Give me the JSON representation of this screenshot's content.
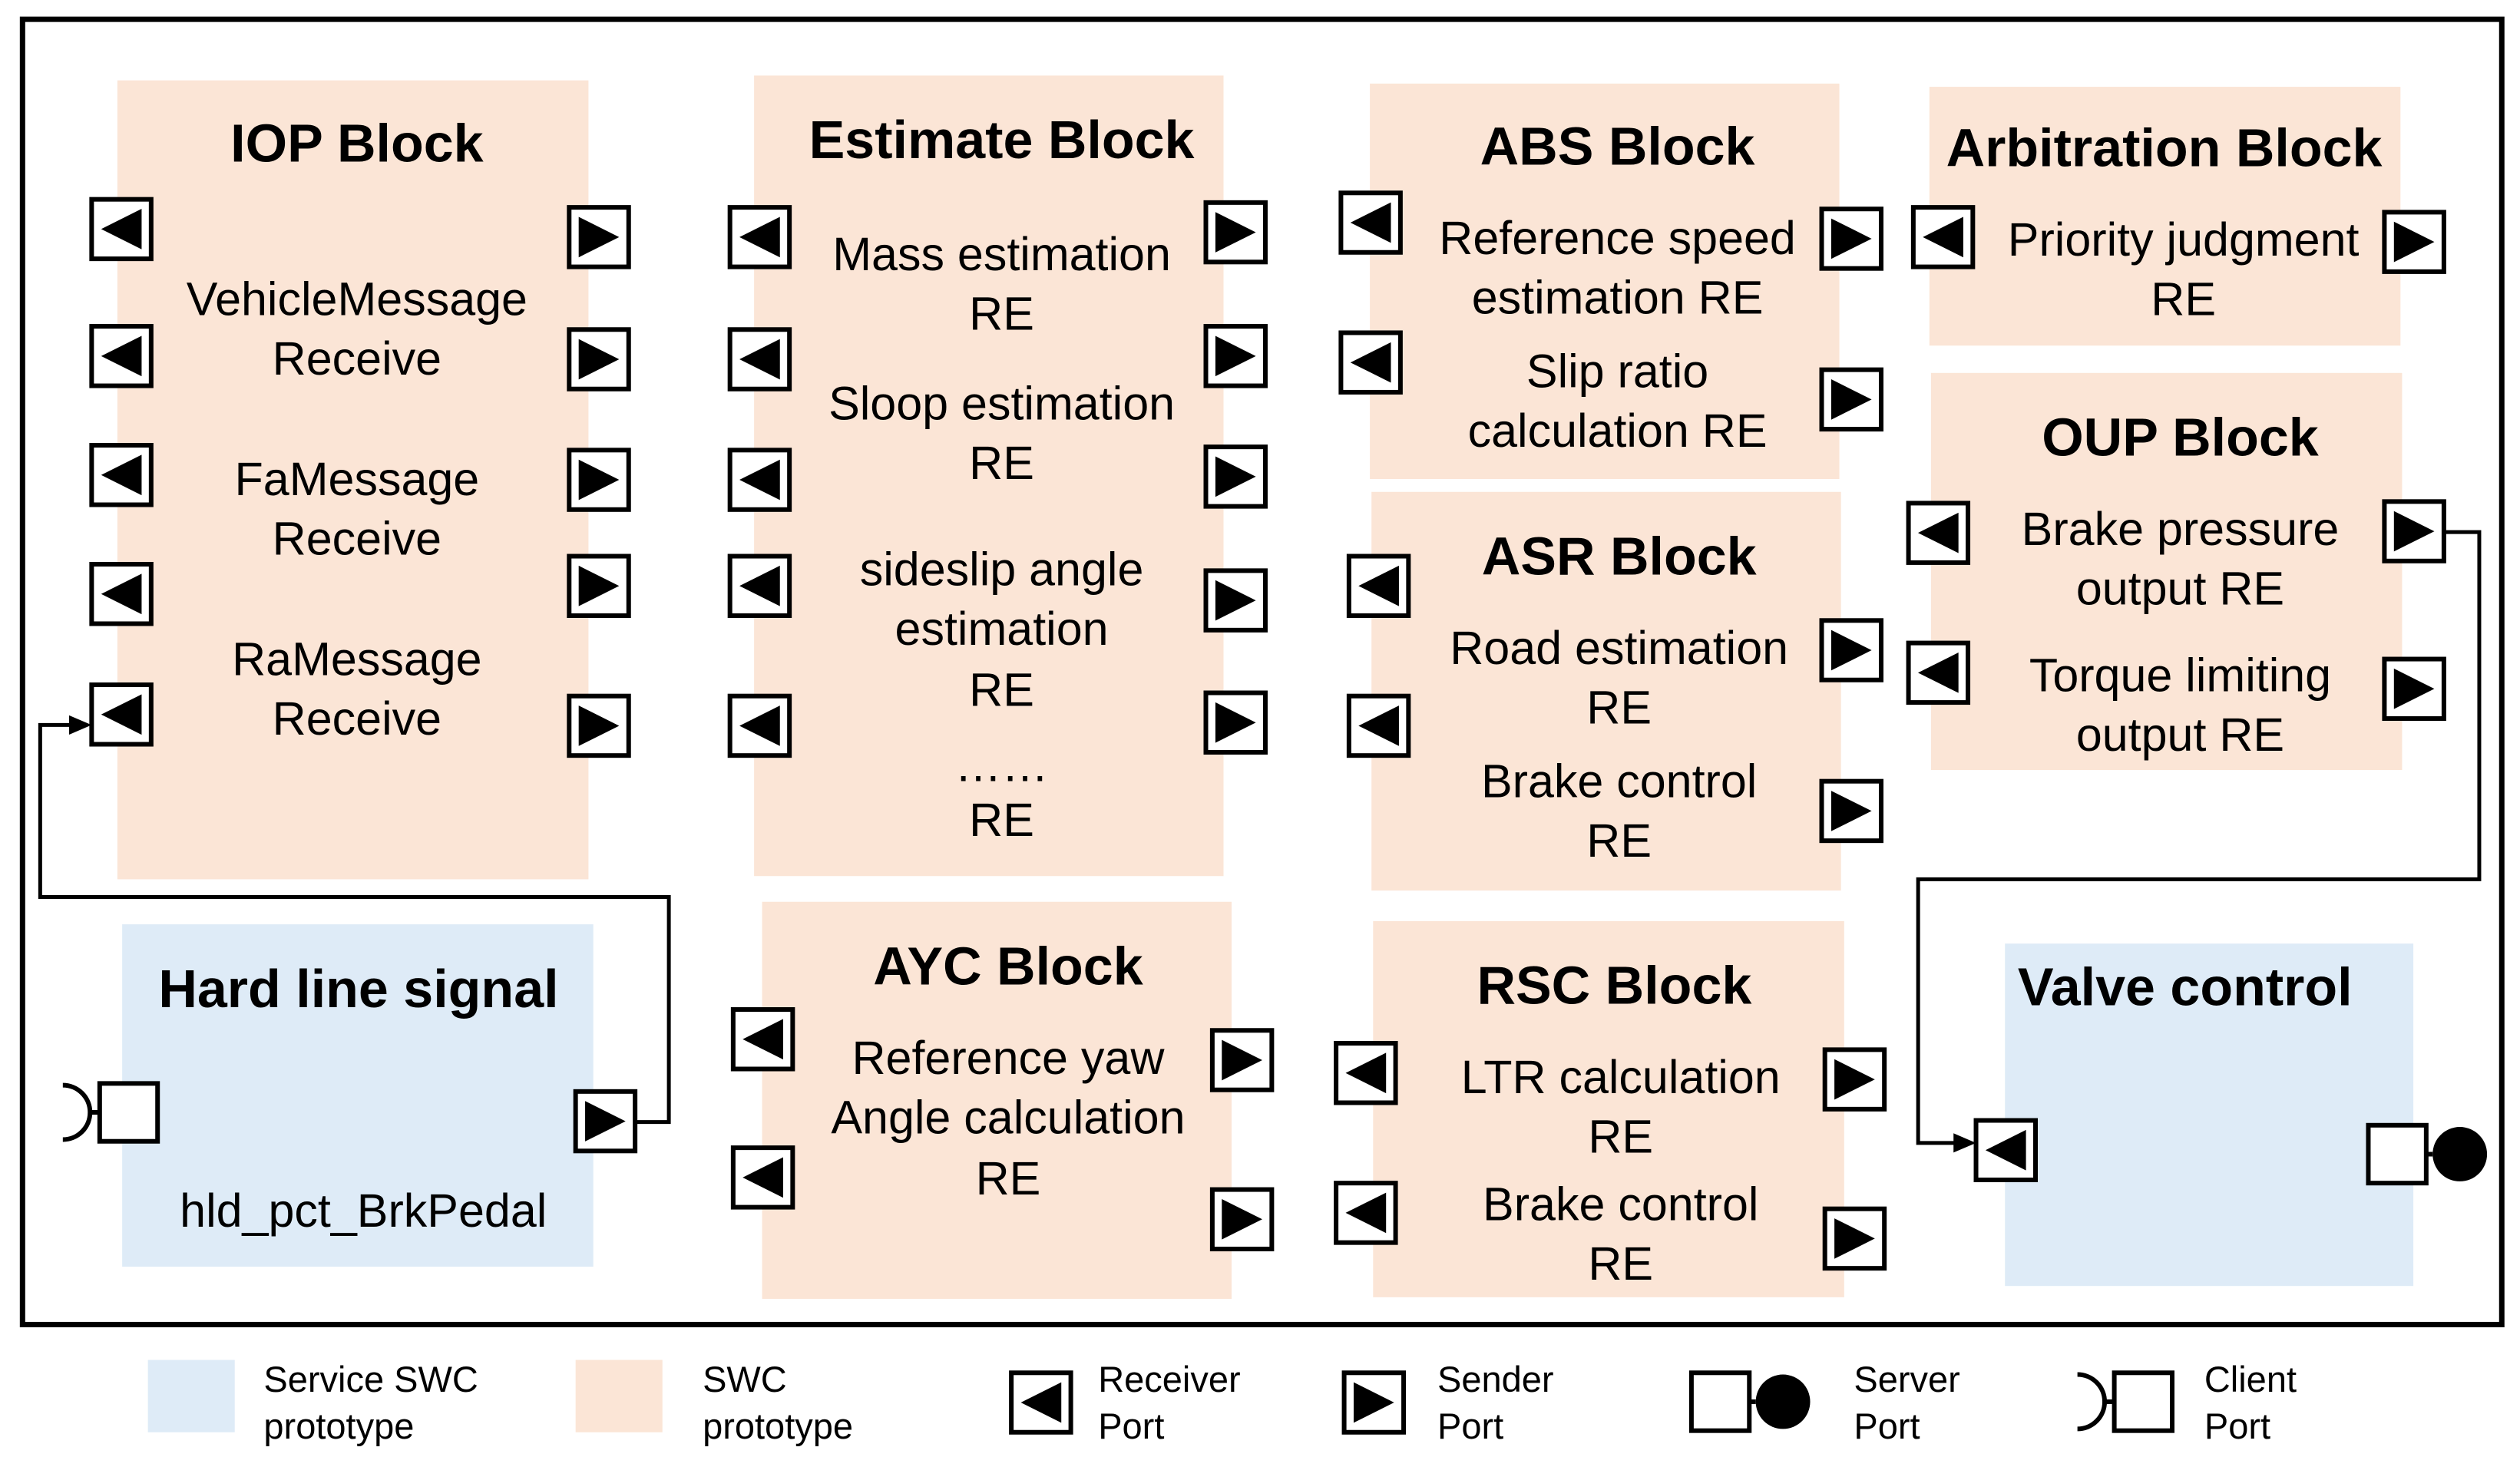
{
  "colors": {
    "swc": "#fbe5d6",
    "service": "#deebf7",
    "frame": "#000000",
    "port_fill": "#ffffff"
  },
  "blocks": {
    "iop": {
      "title": "IOP Block",
      "items": [
        [
          "VehicleMessage",
          "Receive"
        ],
        [
          "FaMessage",
          "Receive"
        ],
        [
          "RaMessage",
          "Receive"
        ]
      ]
    },
    "estimate": {
      "title": "Estimate Block",
      "items": [
        [
          "Mass estimation",
          "RE"
        ],
        [
          "Sloop estimation",
          "RE"
        ],
        [
          "sideslip angle",
          "estimation",
          "RE"
        ],
        [
          "……",
          "RE"
        ]
      ]
    },
    "abs": {
      "title": "ABS Block",
      "items": [
        [
          "Reference speed",
          "estimation RE"
        ],
        [
          "Slip ratio",
          "calculation RE"
        ]
      ]
    },
    "arbitration": {
      "title": "Arbitration Block",
      "items": [
        [
          "Priority judgment",
          "RE"
        ]
      ]
    },
    "asr": {
      "title": "ASR Block",
      "items": [
        [
          "Road estimation",
          "RE"
        ],
        [
          "Brake control",
          "RE"
        ]
      ]
    },
    "oup": {
      "title": "OUP Block",
      "items": [
        [
          "Brake pressure",
          "output RE"
        ],
        [
          "Torque limiting",
          "output RE"
        ]
      ]
    },
    "hardline": {
      "title": "Hard line signal",
      "items": [
        [
          "hld_pct_BrkPedal"
        ]
      ]
    },
    "ayc": {
      "title": "AYC Block",
      "items": [
        [
          "Reference yaw",
          "Angle calculation",
          "RE"
        ]
      ]
    },
    "rsc": {
      "title": "RSC Block",
      "items": [
        [
          "LTR calculation",
          "RE"
        ],
        [
          "Brake control",
          "RE"
        ]
      ]
    },
    "valve": {
      "title": "Valve control",
      "items": []
    }
  },
  "legend": [
    {
      "kind": "service",
      "lines": [
        "Service SWC",
        "prototype"
      ]
    },
    {
      "kind": "swc",
      "lines": [
        "SWC",
        "prototype"
      ]
    },
    {
      "kind": "receiver",
      "lines": [
        "Receiver",
        "Port"
      ]
    },
    {
      "kind": "sender",
      "lines": [
        "Sender",
        "Port"
      ]
    },
    {
      "kind": "server",
      "lines": [
        "Server",
        "Port"
      ]
    },
    {
      "kind": "client",
      "lines": [
        "Client",
        "Port"
      ]
    }
  ]
}
